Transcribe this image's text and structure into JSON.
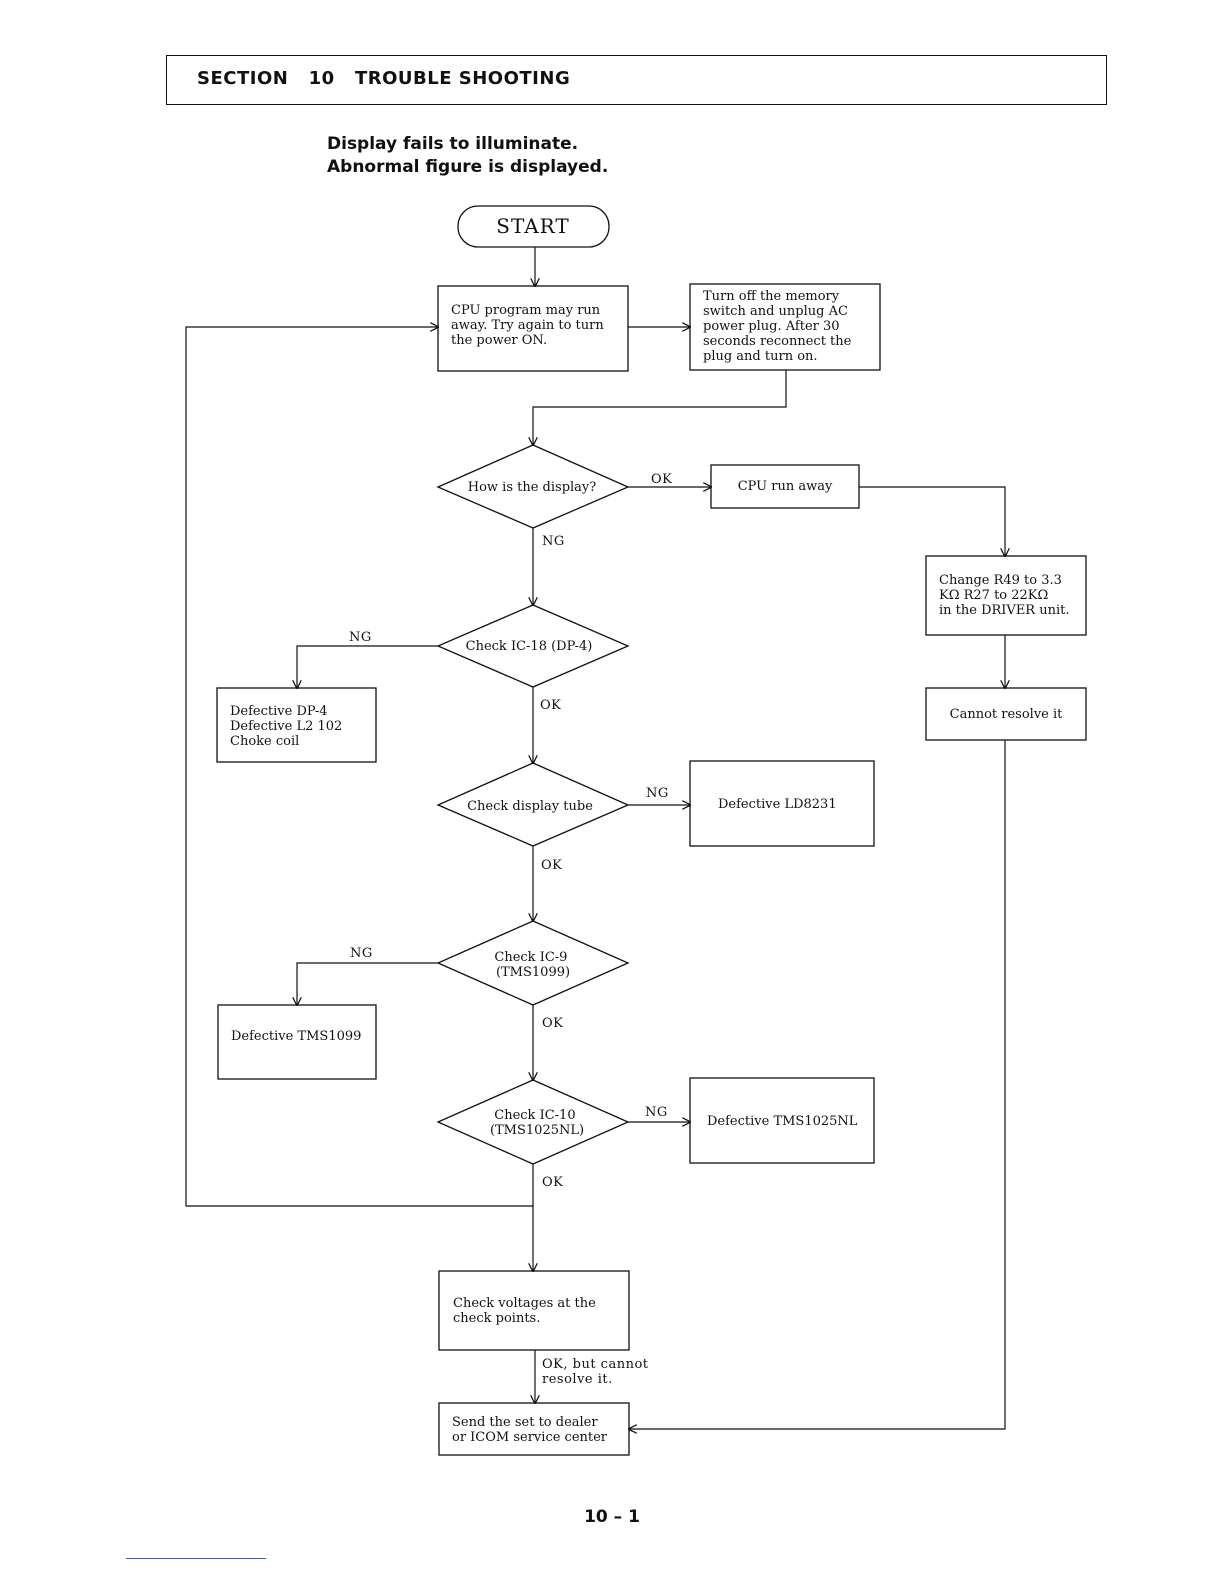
{
  "header": {
    "title": "SECTION   10   TROUBLE SHOOTING"
  },
  "subtitle": {
    "line1": "Display fails to illuminate.",
    "line2": "Abnormal figure is displayed."
  },
  "nodes": {
    "start": "START",
    "cpu_program": [
      "CPU  program  may  run",
      "away.  Try again to turn",
      "the power ON."
    ],
    "turn_off": [
      "Turn  off  the  memory",
      "switch  and  unplug  AC",
      "power  plug.   After  30",
      "seconds   reconnect   the",
      "plug and turn on."
    ],
    "how_display": [
      "How is the display?"
    ],
    "cpu_run_away": [
      "CPU run away"
    ],
    "change_r49": [
      "Change  R49  to  3.3",
      "KΩ  R27  to  22KΩ",
      "in the DRIVER unit."
    ],
    "cannot_resolve": [
      "Cannot resolve it"
    ],
    "check_ic18": [
      "Check IC-18 (DP-4)"
    ],
    "defective_dp4": [
      "Defective DP-4",
      "Defective L2 102",
      "Choke coil"
    ],
    "check_display_tube": [
      "Check display tube"
    ],
    "defective_ld8231": [
      "Defective LD8231"
    ],
    "check_ic9": [
      "Check IC-9",
      "(TMS1099)"
    ],
    "defective_tms1099": [
      "Defective  TMS1099"
    ],
    "check_ic10": [
      "Check IC-10",
      "(TMS1025NL)"
    ],
    "defective_tms1025nl": [
      "Defective TMS1025NL"
    ],
    "check_voltages": [
      "Check   voltages   at   the",
      "check points."
    ],
    "send_set": [
      "Send  the  set  to  dealer",
      "or ICOM service center"
    ]
  },
  "edge_labels": {
    "how_ok": "OK",
    "how_ng": "NG",
    "ic18_ng": "NG",
    "ic18_ok": "OK",
    "tube_ng": "NG",
    "tube_ok": "OK",
    "ic9_ng": "NG",
    "ic9_ok": "OK",
    "ic10_ng": "NG",
    "ic10_ok": "OK",
    "voltages_ok": [
      "OK, but cannot",
      "resolve it."
    ]
  },
  "footer": {
    "page": "10 – 1"
  }
}
